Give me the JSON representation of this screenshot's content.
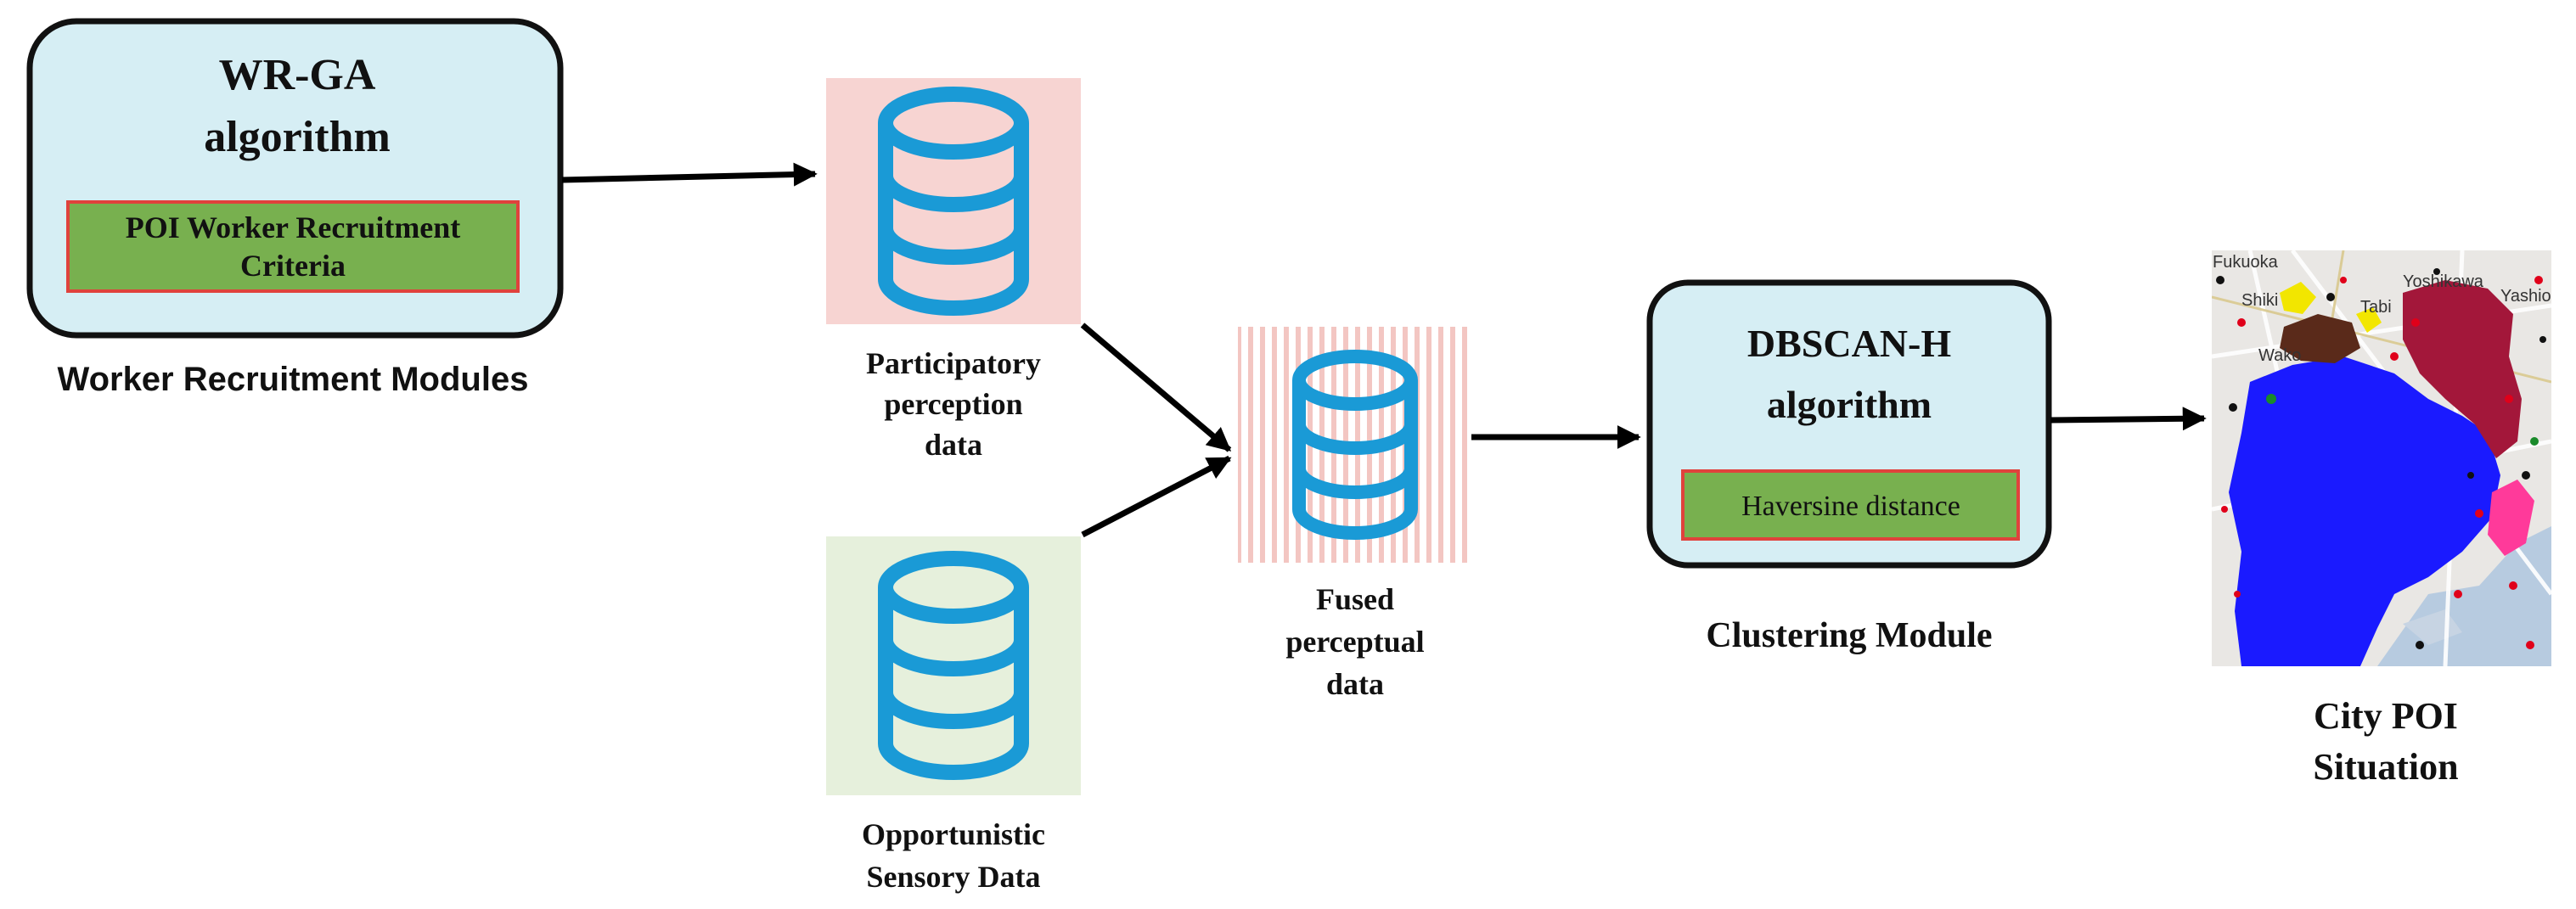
{
  "modules": {
    "worker": {
      "title_line1": "WR-GA",
      "title_line2": "algorithm",
      "criteria_line1": "POI Worker Recruitment",
      "criteria_line2": "Criteria",
      "caption": "Worker Recruitment Modules"
    },
    "clustering": {
      "title_line1": "DBSCAN-H",
      "title_line2": "algorithm",
      "inner_label": "Haversine distance",
      "caption": "Clustering Module"
    }
  },
  "data_sources": {
    "participatory": {
      "line1": "Participatory",
      "line2": "perception",
      "line3": "data"
    },
    "opportunistic": {
      "line1": "Opportunistic",
      "line2": "Sensory Data"
    },
    "fused": {
      "line1": "Fused",
      "line2": "perceptual",
      "line3": "data"
    }
  },
  "output": {
    "caption_line1": "City POI",
    "caption_line2": "Situation",
    "map_labels": [
      "Fukuoka",
      "Yoshikawa",
      "Yashio",
      "Shiki",
      "Wako",
      "Tabi"
    ]
  },
  "colors": {
    "module_fill": "#d6eef4",
    "module_border": "#111111",
    "inner_fill": "#78b04f",
    "inner_border": "#e0423c",
    "db_icon": "#1a9ad6",
    "participatory_bg": "#f7d4d2",
    "opportunistic_bg": "#e6f0dc",
    "fused_bg": "#f6dcd9",
    "cluster_blue": "#1a1aff",
    "cluster_red": "#a3173a",
    "cluster_pink": "#ff3a9a",
    "cluster_brown": "#5a2a1a",
    "cluster_yellow": "#f2e600"
  },
  "icons": [
    "database-icon",
    "arrow-icon",
    "map-icon"
  ]
}
